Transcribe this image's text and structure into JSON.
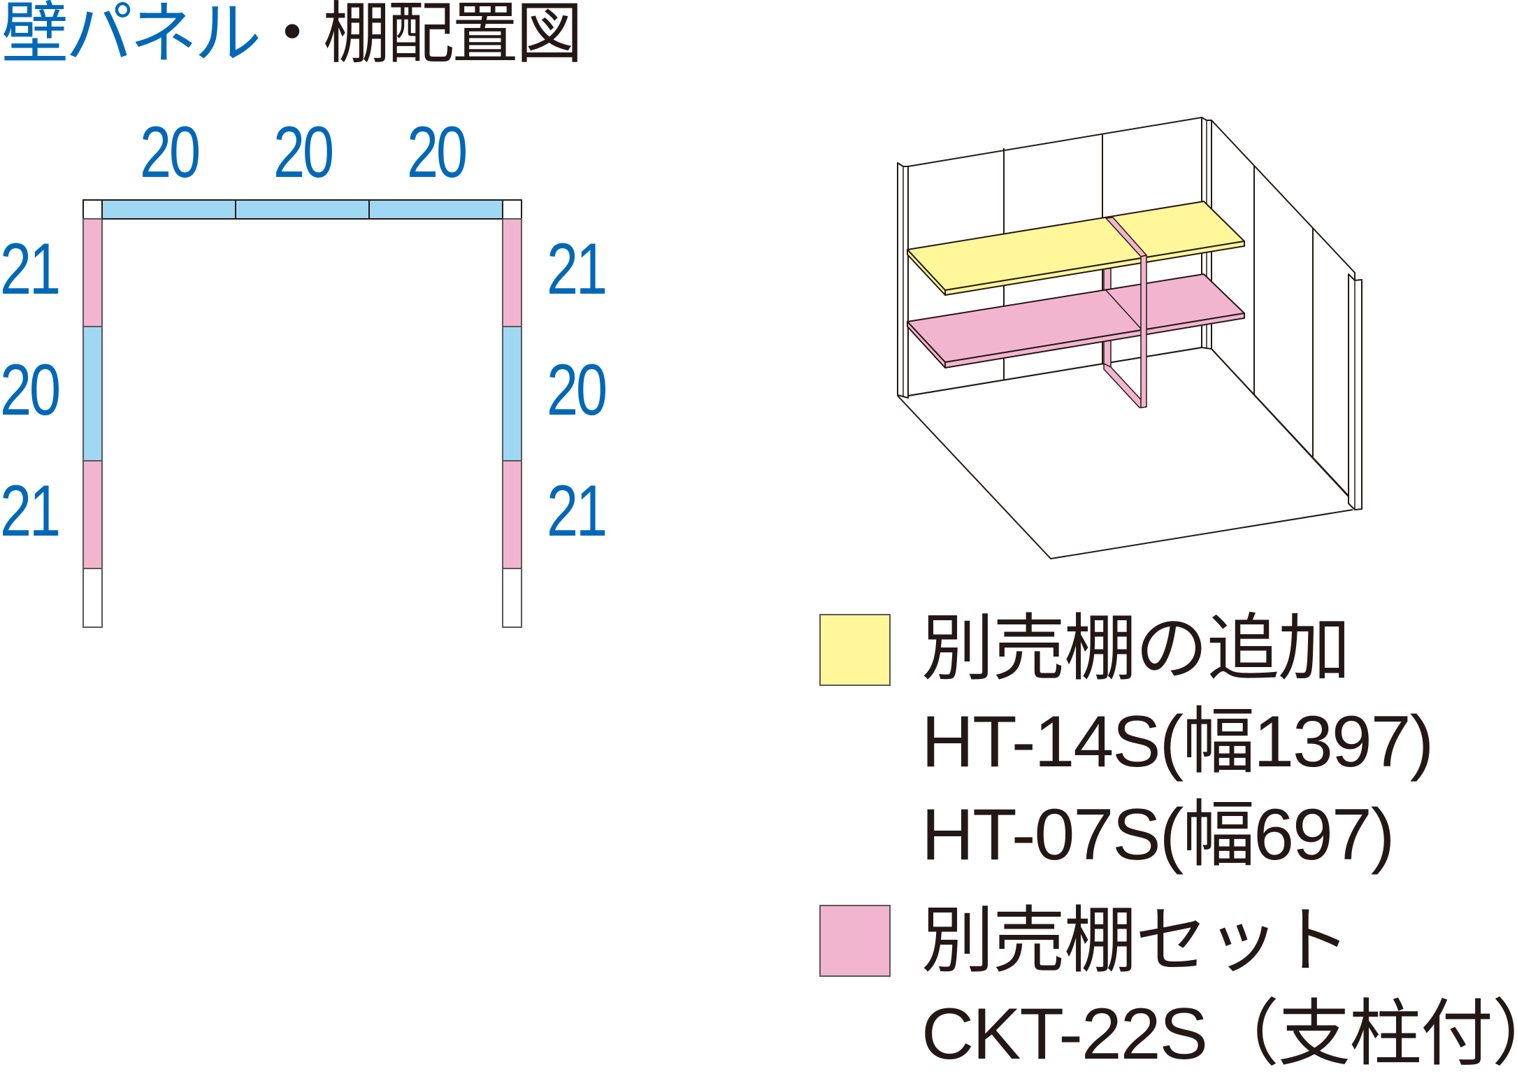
{
  "title": {
    "part1": "壁パネル",
    "part2": "・棚配置図"
  },
  "colors": {
    "title_blue": "#0068b7",
    "text_dark": "#231815",
    "panel_blue": "#a0d8f4",
    "panel_pink": "#f2b5cf",
    "shelf_yellow": "#fff799",
    "shelf_pink": "#f2b5cf"
  },
  "floor_plan": {
    "top_wall": [
      {
        "label": "20",
        "color": "blue"
      },
      {
        "label": "20",
        "color": "blue"
      },
      {
        "label": "20",
        "color": "blue"
      }
    ],
    "left_wall": [
      {
        "label": "21",
        "color": "pink"
      },
      {
        "label": "20",
        "color": "blue"
      },
      {
        "label": "21",
        "color": "pink"
      }
    ],
    "right_wall": [
      {
        "label": "21",
        "color": "pink"
      },
      {
        "label": "20",
        "color": "blue"
      },
      {
        "label": "21",
        "color": "pink"
      }
    ]
  },
  "legend": [
    {
      "color": "yellow",
      "lines": [
        "別売棚の追加",
        "HT-14S(幅1397)",
        "HT-07S(幅697)"
      ]
    },
    {
      "color": "pink",
      "lines": [
        "別売棚セット",
        "CKT-22S（支柱付）"
      ]
    }
  ]
}
